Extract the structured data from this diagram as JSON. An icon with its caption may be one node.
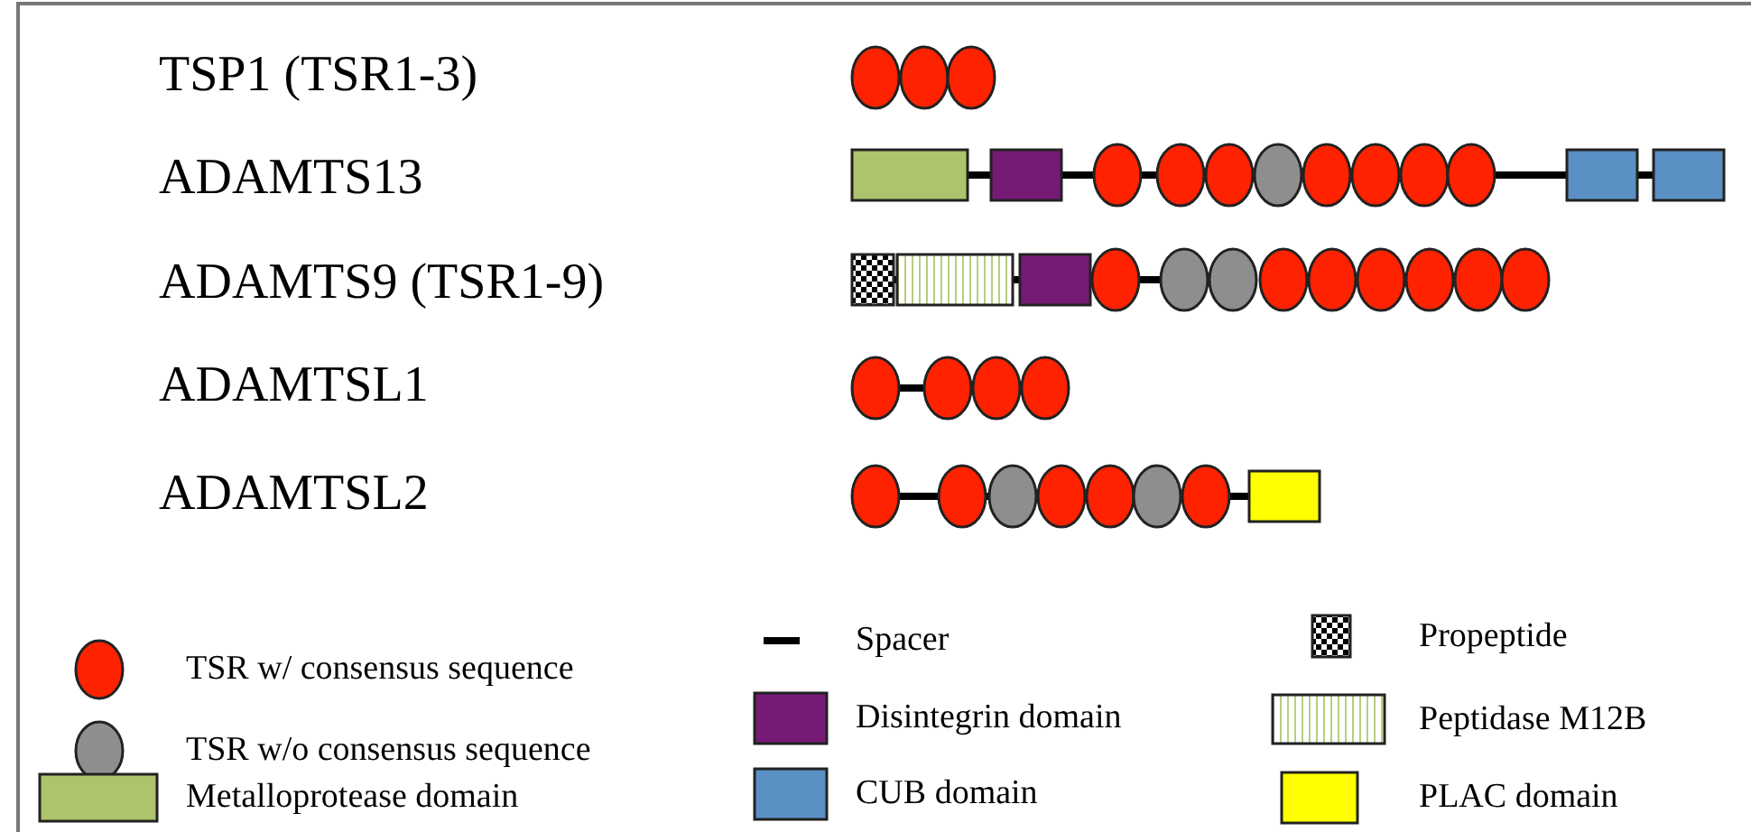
{
  "diagram": {
    "labels": [
      "TSP1 (TSR1-3)",
      "ADAMTS13",
      "ADAMTS9 (TSR1-9)",
      "ADAMTSL1",
      "ADAMTSL2"
    ],
    "legend": [
      {
        "text": "TSR w/ consensus sequence",
        "color": "#ff2200"
      },
      {
        "text": "Spacer"
      },
      {
        "text": "Propeptide"
      },
      {
        "text": "TSR w/o consensus sequence",
        "color": "#8e8e8e"
      },
      {
        "text": "Disintegrin domain",
        "color": "#761a76"
      },
      {
        "text": "Peptidase M12B"
      },
      {
        "text": "Metalloprotease domain",
        "color": "#adc46c"
      },
      {
        "text": "CUB domain",
        "color": "#5b90c4"
      },
      {
        "text": "PLAC domain",
        "color": "#ffff00"
      }
    ]
  }
}
